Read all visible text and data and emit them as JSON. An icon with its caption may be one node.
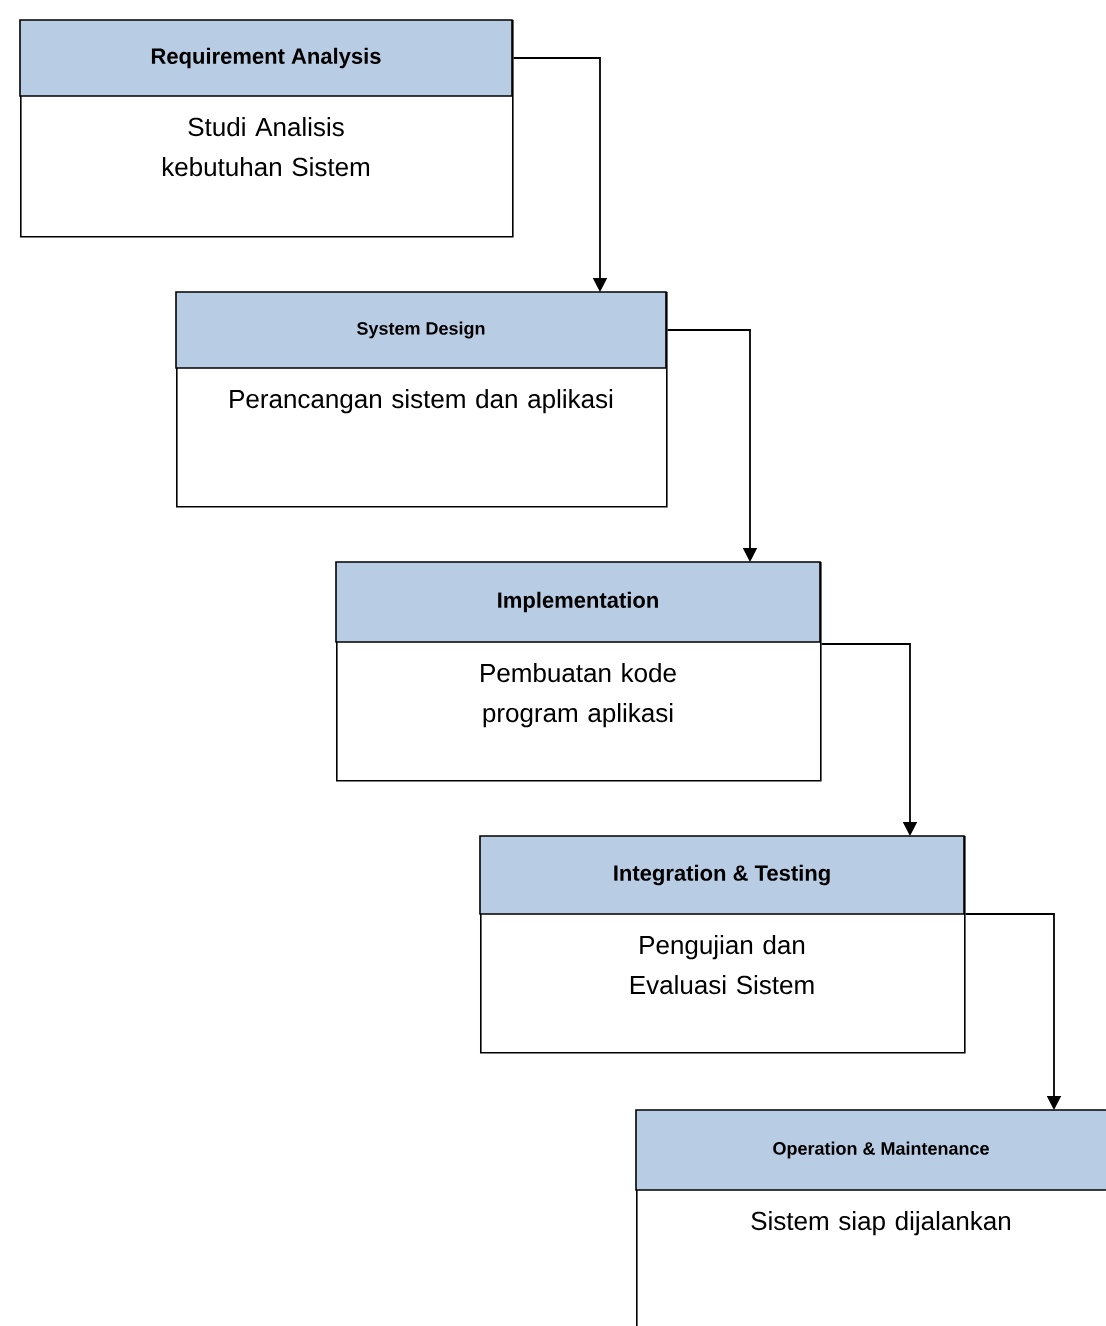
{
  "diagram": {
    "nodes": [
      {
        "text": [
          "Requirement Analysis",
          "Studi Analisis kebutuhan Sistem"
        ]
      },
      {
        "text": [
          "System Design",
          "Perancangan sistem dan aplikasi"
        ]
      },
      {
        "text": [
          "Implementation",
          "Pembuatan kode program aplikasi"
        ]
      },
      {
        "text": [
          "Integration & Testing",
          "Pengujian dan Evaluasi Sistem"
        ]
      },
      {
        "text": [
          "Operation & Maintenance",
          "Sistem siap dijalankan"
        ]
      }
    ],
    "edges": [
      {
        "from": 0,
        "to": 1,
        "arrow": "to"
      },
      {
        "from": 1,
        "to": 2,
        "arrow": "to"
      },
      {
        "from": 2,
        "to": 3,
        "arrow": "to"
      },
      {
        "from": 3,
        "to": 4,
        "arrow": "to"
      }
    ]
  }
}
